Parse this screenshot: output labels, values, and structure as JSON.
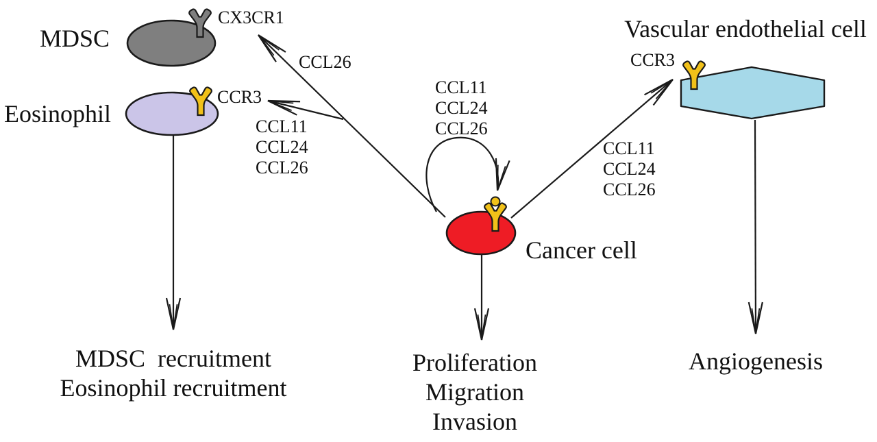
{
  "diagram": {
    "colors": {
      "mdsc_fill": "#7f7f7f",
      "eosinophil_fill": "#cbc5e8",
      "cancer_fill": "#ee1c25",
      "endothelial_fill": "#a6d9e9",
      "receptor_yellow": "#f1c119",
      "receptor_gray": "#7f7f7f",
      "line": "#1a1a1a"
    },
    "cells": {
      "mdsc": {
        "label": "MDSC",
        "receptor": "CX3CR1"
      },
      "eosinophil": {
        "label": "Eosinophil",
        "receptor": "CCR3"
      },
      "cancer": {
        "label": "Cancer cell"
      },
      "endothelial": {
        "label": "Vascular endothelial cell",
        "receptor": "CCR3"
      }
    },
    "ligands": {
      "to_mdsc": [
        "CCL26"
      ],
      "to_eosinophil": [
        "CCL11",
        "CCL24",
        "CCL26"
      ],
      "autocrine": [
        "CCL11",
        "CCL24",
        "CCL26"
      ],
      "to_endothelial": [
        "CCL11",
        "CCL24",
        "CCL26"
      ]
    },
    "outcomes": {
      "left": [
        "MDSC  recruitment",
        "Eosinophil recruitment"
      ],
      "center": [
        "Proliferation",
        "Migration",
        "Invasion"
      ],
      "right": [
        "Angiogenesis"
      ]
    }
  }
}
